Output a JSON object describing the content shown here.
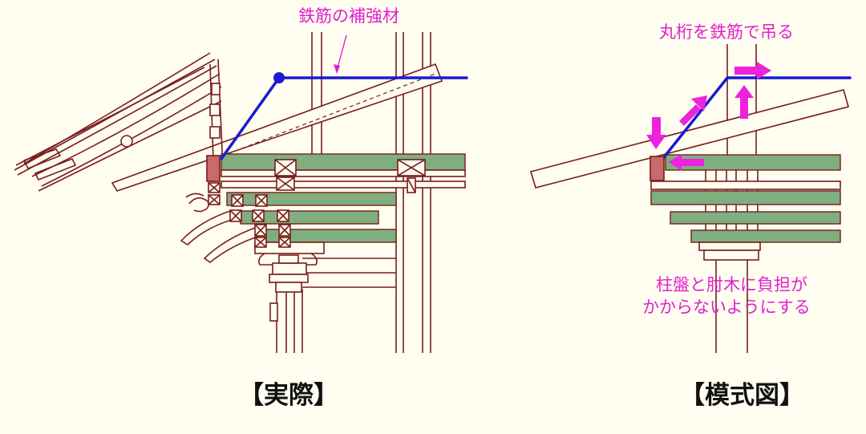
{
  "left": {
    "label_rebar": "鉄筋の補強材",
    "caption": "【実際】"
  },
  "right": {
    "label_hang": "丸桁を鉄筋で吊る",
    "label_load_line1": "柱盤と肘木に負担が",
    "label_load_line2": "かからないようにする",
    "caption": "【模式図】"
  },
  "colors": {
    "background": "#fffef0",
    "wood_line": "#7a1c1c",
    "beam_fill": "#7fae7f",
    "rebar": "#1a1ad0",
    "annotation": "#e020d0",
    "arrow": "#ee22dd",
    "block": "#c86a6a"
  }
}
